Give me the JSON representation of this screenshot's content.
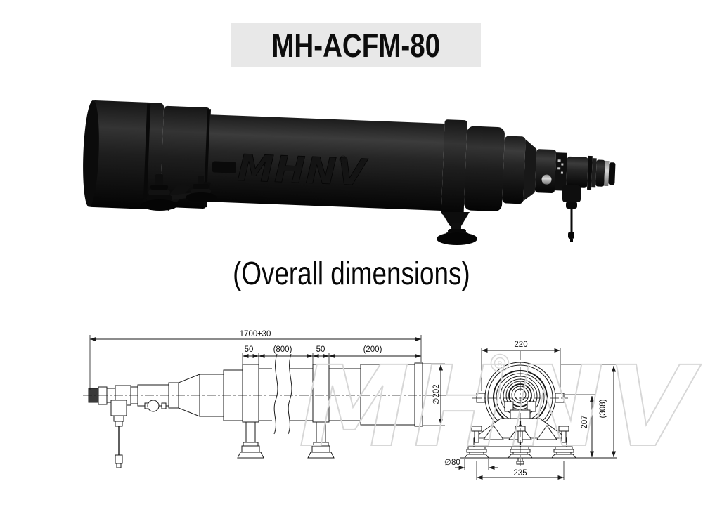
{
  "title": "MH-ACFM-80",
  "subtitle": "(Overall dimensions)",
  "brand": {
    "name": "MHNV",
    "mark": "®"
  },
  "watermark": {
    "text": "MHNV",
    "registered": "R"
  },
  "colors": {
    "title_bg": "#e8e8e8",
    "drawing_line": "#1a1a1a",
    "watermark_gray": "#d7d7d7",
    "product_black": "#161616"
  },
  "side_view": {
    "dim_overall": "1700±30",
    "dim_band1": "50",
    "dim_mid": "(800)",
    "dim_band2": "50",
    "dim_rear": "(200)",
    "dim_diameter": "∅202"
  },
  "end_view": {
    "dim_width": "220",
    "dim_height": "207",
    "dim_overall_height": "(308)",
    "dim_foot": "∅80",
    "dim_feet_span": "235"
  }
}
